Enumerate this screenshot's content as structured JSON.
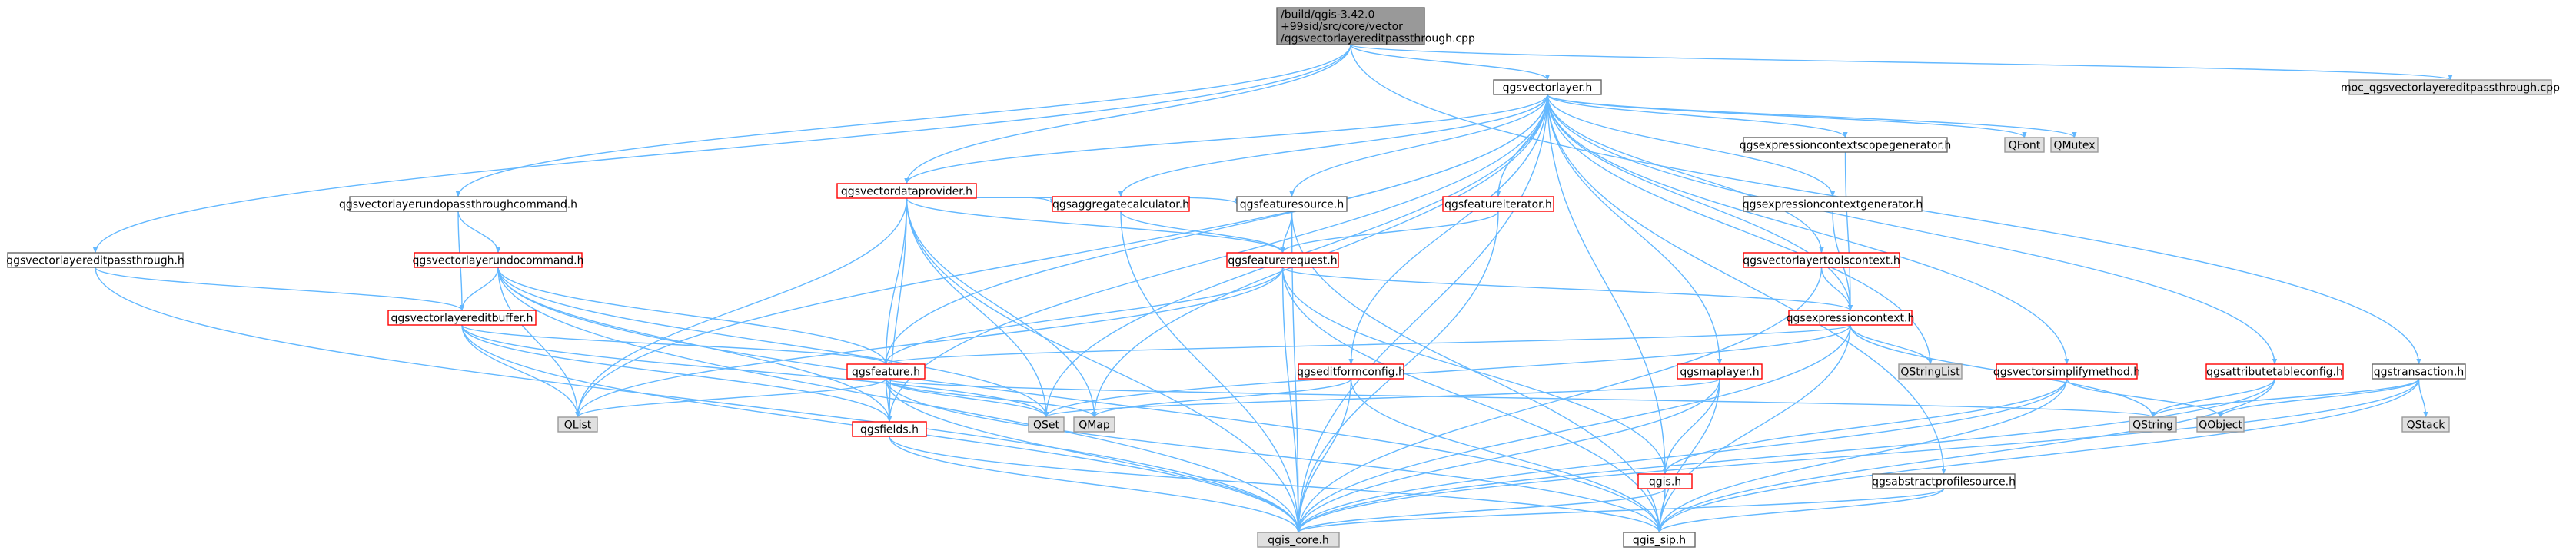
{
  "graph": {
    "colors": {
      "edge": "#63b8ff",
      "normal_fill": "#ffffff",
      "normal_border": "#666666",
      "external_fill": "#e0e0e0",
      "external_border": "#999999",
      "truncated_border": "#ff0000",
      "root_fill": "#999999"
    },
    "nodes": {
      "root": {
        "lines": [
          "/build/qgis-3.42.0",
          "+99sid/src/core/vector",
          "/qgsvectorlayereditpassthrough.cpp"
        ],
        "kind": "root"
      },
      "vectorlayer": {
        "lines": [
          "qgsvectorlayer.h"
        ],
        "kind": "normal"
      },
      "moc": {
        "lines": [
          "moc_qgsvectorlayereditpassthrough.cpp"
        ],
        "kind": "ext"
      },
      "dataprovider": {
        "lines": [
          "qgsvectordataprovider.h"
        ],
        "kind": "trunc"
      },
      "expcontextscopegen": {
        "lines": [
          "qgsexpressioncontextscopegenerator.h"
        ],
        "kind": "normal"
      },
      "qfont": {
        "lines": [
          "QFont"
        ],
        "kind": "ext"
      },
      "qmutex": {
        "lines": [
          "QMutex"
        ],
        "kind": "ext"
      },
      "undopassthroughcmd": {
        "lines": [
          "qgsvectorlayerundopassthroughcommand.h"
        ],
        "kind": "normal"
      },
      "aggcalc": {
        "lines": [
          "qgsaggregatecalculator.h"
        ],
        "kind": "trunc"
      },
      "featuresource": {
        "lines": [
          "qgsfeaturesource.h"
        ],
        "kind": "normal"
      },
      "featureiterator": {
        "lines": [
          "qgsfeatureiterator.h"
        ],
        "kind": "trunc"
      },
      "expcontextgen": {
        "lines": [
          "qgsexpressioncontextgenerator.h"
        ],
        "kind": "normal"
      },
      "editpassthrough": {
        "lines": [
          "qgsvectorlayereditpassthrough.h"
        ],
        "kind": "normal"
      },
      "undocommand": {
        "lines": [
          "qgsvectorlayerundocommand.h"
        ],
        "kind": "trunc"
      },
      "featurerequest": {
        "lines": [
          "qgsfeaturerequest.h"
        ],
        "kind": "trunc"
      },
      "toolscontext": {
        "lines": [
          "qgsvectorlayertoolscontext.h"
        ],
        "kind": "trunc"
      },
      "editbuffer": {
        "lines": [
          "qgsvectorlayereditbuffer.h"
        ],
        "kind": "trunc"
      },
      "expcontext": {
        "lines": [
          "qgsexpressioncontext.h"
        ],
        "kind": "trunc"
      },
      "feature": {
        "lines": [
          "qgsfeature.h"
        ],
        "kind": "trunc"
      },
      "editformconfig": {
        "lines": [
          "qgseditformconfig.h"
        ],
        "kind": "trunc"
      },
      "maplayer": {
        "lines": [
          "qgsmaplayer.h"
        ],
        "kind": "trunc"
      },
      "qstringlist": {
        "lines": [
          "QStringList"
        ],
        "kind": "ext"
      },
      "simplifymethod": {
        "lines": [
          "qgsvectorsimplifymethod.h"
        ],
        "kind": "trunc"
      },
      "attrtableconfig": {
        "lines": [
          "qgsattributetableconfig.h"
        ],
        "kind": "trunc"
      },
      "transaction": {
        "lines": [
          "qgstransaction.h"
        ],
        "kind": "normal"
      },
      "qlist": {
        "lines": [
          "QList"
        ],
        "kind": "ext"
      },
      "qset": {
        "lines": [
          "QSet"
        ],
        "kind": "ext"
      },
      "qmap": {
        "lines": [
          "QMap"
        ],
        "kind": "ext"
      },
      "qstring": {
        "lines": [
          "QString"
        ],
        "kind": "ext"
      },
      "qobject": {
        "lines": [
          "QObject"
        ],
        "kind": "ext"
      },
      "qstack": {
        "lines": [
          "QStack"
        ],
        "kind": "ext"
      },
      "fields": {
        "lines": [
          "qgsfields.h"
        ],
        "kind": "trunc"
      },
      "qgis": {
        "lines": [
          "qgis.h"
        ],
        "kind": "trunc"
      },
      "profilesource": {
        "lines": [
          "qgsabstractprofilesource.h"
        ],
        "kind": "normal"
      },
      "qgiscore": {
        "lines": [
          "qgis_core.h"
        ],
        "kind": "ext"
      },
      "qgissip": {
        "lines": [
          "qgis_sip.h"
        ],
        "kind": "normal"
      }
    },
    "edges": [
      [
        "root",
        "vectorlayer"
      ],
      [
        "root",
        "moc"
      ],
      [
        "root",
        "dataprovider"
      ],
      [
        "root",
        "undopassthroughcmd"
      ],
      [
        "root",
        "editpassthrough"
      ],
      [
        "root",
        "transaction"
      ],
      [
        "vectorlayer",
        "dataprovider"
      ],
      [
        "vectorlayer",
        "expcontextscopegen"
      ],
      [
        "vectorlayer",
        "qfont"
      ],
      [
        "vectorlayer",
        "qmutex"
      ],
      [
        "vectorlayer",
        "aggcalc"
      ],
      [
        "vectorlayer",
        "featuresource"
      ],
      [
        "vectorlayer",
        "featureiterator"
      ],
      [
        "vectorlayer",
        "expcontextgen"
      ],
      [
        "vectorlayer",
        "toolscontext"
      ],
      [
        "vectorlayer",
        "expcontext"
      ],
      [
        "vectorlayer",
        "feature"
      ],
      [
        "vectorlayer",
        "editformconfig"
      ],
      [
        "vectorlayer",
        "maplayer"
      ],
      [
        "vectorlayer",
        "qstringlist"
      ],
      [
        "vectorlayer",
        "simplifymethod"
      ],
      [
        "vectorlayer",
        "attrtableconfig"
      ],
      [
        "vectorlayer",
        "qlist"
      ],
      [
        "vectorlayer",
        "qset"
      ],
      [
        "vectorlayer",
        "qmap"
      ],
      [
        "vectorlayer",
        "fields"
      ],
      [
        "vectorlayer",
        "qgis"
      ],
      [
        "vectorlayer",
        "profilesource"
      ],
      [
        "vectorlayer",
        "qgiscore"
      ],
      [
        "dataprovider",
        "aggcalc"
      ],
      [
        "dataprovider",
        "featuresource"
      ],
      [
        "dataprovider",
        "featurerequest"
      ],
      [
        "dataprovider",
        "feature"
      ],
      [
        "dataprovider",
        "qlist"
      ],
      [
        "dataprovider",
        "qset"
      ],
      [
        "dataprovider",
        "qmap"
      ],
      [
        "dataprovider",
        "fields"
      ],
      [
        "dataprovider",
        "qgiscore"
      ],
      [
        "undopassthroughcmd",
        "undocommand"
      ],
      [
        "undopassthroughcmd",
        "editbuffer"
      ],
      [
        "aggcalc",
        "featurerequest"
      ],
      [
        "aggcalc",
        "qgiscore"
      ],
      [
        "featuresource",
        "featurerequest"
      ],
      [
        "featuresource",
        "qgiscore"
      ],
      [
        "featuresource",
        "qgissip"
      ],
      [
        "featureiterator",
        "featurerequest"
      ],
      [
        "featureiterator",
        "qgiscore"
      ],
      [
        "expcontextscopegen",
        "expcontext"
      ],
      [
        "expcontextgen",
        "expcontext"
      ],
      [
        "editpassthrough",
        "editbuffer"
      ],
      [
        "editpassthrough",
        "qgiscore"
      ],
      [
        "undocommand",
        "editbuffer"
      ],
      [
        "undocommand",
        "feature"
      ],
      [
        "undocommand",
        "qlist"
      ],
      [
        "undocommand",
        "qset"
      ],
      [
        "undocommand",
        "fields"
      ],
      [
        "undocommand",
        "qgiscore"
      ],
      [
        "undocommand",
        "qgissip"
      ],
      [
        "featurerequest",
        "expcontext"
      ],
      [
        "featurerequest",
        "feature"
      ],
      [
        "featurerequest",
        "qlist"
      ],
      [
        "featurerequest",
        "qgis"
      ],
      [
        "featurerequest",
        "qgiscore"
      ],
      [
        "featurerequest",
        "qgissip"
      ],
      [
        "toolscontext",
        "expcontext"
      ],
      [
        "toolscontext",
        "qgiscore"
      ],
      [
        "editbuffer",
        "feature"
      ],
      [
        "editbuffer",
        "qlist"
      ],
      [
        "editbuffer",
        "qset"
      ],
      [
        "editbuffer",
        "fields"
      ],
      [
        "editbuffer",
        "qgiscore"
      ],
      [
        "expcontext",
        "feature"
      ],
      [
        "expcontext",
        "qstringlist"
      ],
      [
        "expcontext",
        "qset"
      ],
      [
        "expcontext",
        "qstring"
      ],
      [
        "expcontext",
        "qgiscore"
      ],
      [
        "expcontext",
        "qgissip"
      ],
      [
        "feature",
        "qlist"
      ],
      [
        "feature",
        "qset"
      ],
      [
        "feature",
        "qmap"
      ],
      [
        "feature",
        "qstring"
      ],
      [
        "feature",
        "fields"
      ],
      [
        "feature",
        "qgiscore"
      ],
      [
        "feature",
        "qgissip"
      ],
      [
        "editformconfig",
        "qmap"
      ],
      [
        "editformconfig",
        "qgiscore"
      ],
      [
        "editformconfig",
        "qgissip"
      ],
      [
        "maplayer",
        "qset"
      ],
      [
        "maplayer",
        "qgis"
      ],
      [
        "maplayer",
        "qgiscore"
      ],
      [
        "maplayer",
        "qgissip"
      ],
      [
        "simplifymethod",
        "qobject"
      ],
      [
        "simplifymethod",
        "qgis"
      ],
      [
        "simplifymethod",
        "qgiscore"
      ],
      [
        "simplifymethod",
        "qgissip"
      ],
      [
        "attrtableconfig",
        "qstring"
      ],
      [
        "attrtableconfig",
        "qgiscore"
      ],
      [
        "attrtableconfig",
        "qgissip"
      ],
      [
        "transaction",
        "qstring"
      ],
      [
        "transaction",
        "qobject"
      ],
      [
        "transaction",
        "qstack"
      ],
      [
        "transaction",
        "qgiscore"
      ],
      [
        "transaction",
        "qgissip"
      ],
      [
        "fields",
        "qgiscore"
      ],
      [
        "fields",
        "qgissip"
      ],
      [
        "qgis",
        "qgiscore"
      ],
      [
        "qgis",
        "qgissip"
      ],
      [
        "profilesource",
        "qgiscore"
      ],
      [
        "profilesource",
        "qgissip"
      ]
    ]
  }
}
